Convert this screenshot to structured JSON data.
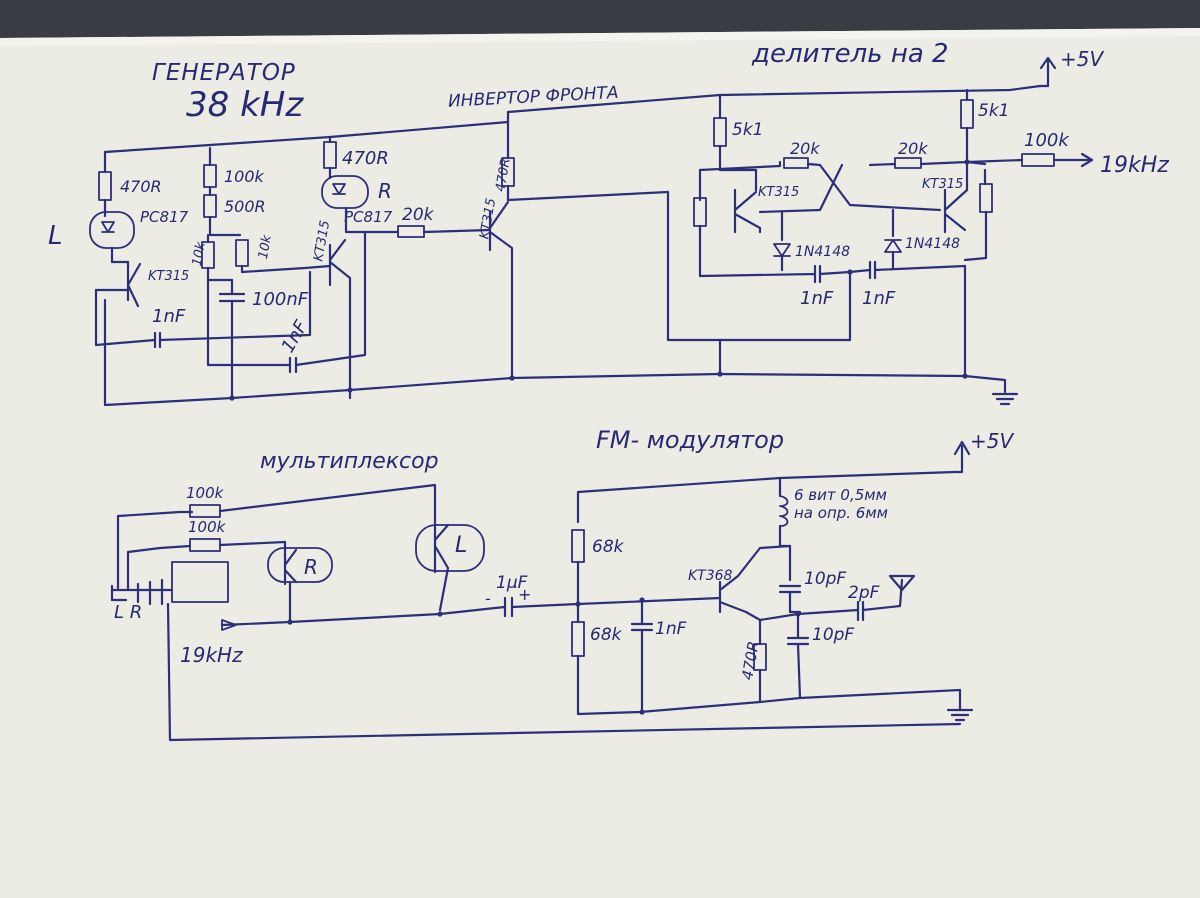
{
  "generator": {
    "title_line1": "ГЕНЕРАТОР",
    "title_line2": "38 kHz"
  },
  "inverter": {
    "title": "ИНВЕРТОР ФРОНТА"
  },
  "divider": {
    "title": "делитель на 2"
  },
  "multiplexer": {
    "title": "мультиплексор"
  },
  "fm_modulator": {
    "title": "FM- модулятор"
  },
  "supply": {
    "top": "+5V",
    "bottom": "+5V"
  },
  "components": {
    "r_470_led": "470R",
    "optocoupler_1": "PC817",
    "led_l": "L",
    "transistor_1": "KT315",
    "r_100k": "100k",
    "r_500": "500R",
    "r_10k_a": "10k",
    "r_10k_b": "10k",
    "c_100nf": "100nF",
    "c_1nf_a": "1nF",
    "c_1nf_b": "1nF",
    "r_470_b": "470R",
    "led_r": "R",
    "optocoupler_2": "PC817",
    "transistor_2": "KT315",
    "r_20k": "20k",
    "r_470_inv": "470R",
    "transistor_inv": "KT315",
    "r_5k1_left": "5k1",
    "r_5k1_right": "5k1",
    "r_20k_div_a": "20k",
    "r_20k_div_b": "20k",
    "transistor_div_l": "KT315",
    "transistor_div_r": "KT315",
    "diode_1": "1N4148",
    "diode_2": "1N4148",
    "c_1nf_div_a": "1nF",
    "c_1nf_div_b": "1nF",
    "r_100k_out": "100k",
    "out_19k": "19kHz",
    "mux_100k_a": "100k",
    "mux_100k_b": "100k",
    "mux_opto_r": "R",
    "mux_opto_l": "L",
    "jack_lr": "L R",
    "in_19k": "19kHz",
    "c_1uf": "1μF",
    "r_68k_top": "68k",
    "r_68k_bot": "68k",
    "c_1nf_fm": "1nF",
    "transistor_fm": "KT368",
    "coil_line1": "6 вит 0,5мм",
    "coil_line2": "на опр. 6мм",
    "c_10pf_a": "10pF",
    "c_10pf_b": "10pF",
    "c_2pf": "2pF",
    "r_470_fm": "470R"
  },
  "colors": {
    "paper": "#ecebe4",
    "ink": "#2c2f7a",
    "background": "#3a3c44"
  }
}
